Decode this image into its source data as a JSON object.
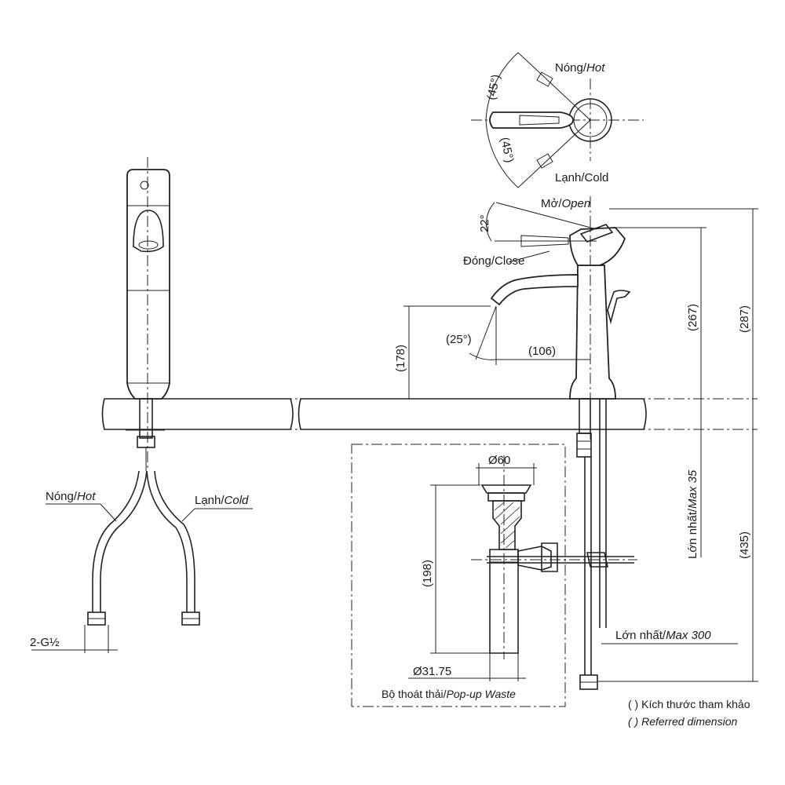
{
  "connections": {
    "hot_prefix": "Nóng/",
    "hot_suffix": "Hot",
    "cold_prefix": "Lạnh/",
    "cold_suffix": "Cold",
    "thread": "2-G½"
  },
  "handle_top": {
    "hot_prefix": "Nóng/",
    "hot_suffix": "Hot",
    "cold": "Lạnh/Cold",
    "angle_hot": "(45°)",
    "angle_cold": "(45°)"
  },
  "handle_side": {
    "open_prefix": "Mở/",
    "open_suffix": "Open",
    "close": "Đóng/Close",
    "angle": "22°"
  },
  "dimensions": {
    "spout_angle": "(25°)",
    "reach": "(106)",
    "spout_height": "(178)",
    "body_height": "(267)",
    "total_height": "(287)",
    "deck_max_prefix": "Lớn nhất/",
    "deck_max_suffix": "Max 35",
    "below_height": "(435)",
    "hose_max_prefix": "Lớn nhất/",
    "hose_max_suffix": "Max 300"
  },
  "popup": {
    "top_diameter": "Ø60",
    "height": "(198)",
    "pipe_diameter": "Ø31.75",
    "caption_prefix": "Bộ thoát thải/",
    "caption_suffix": "Pop-up Waste"
  },
  "notes": {
    "line1": "( ) Kích thước tham khảo",
    "line2": "( ) Referred dimension"
  }
}
